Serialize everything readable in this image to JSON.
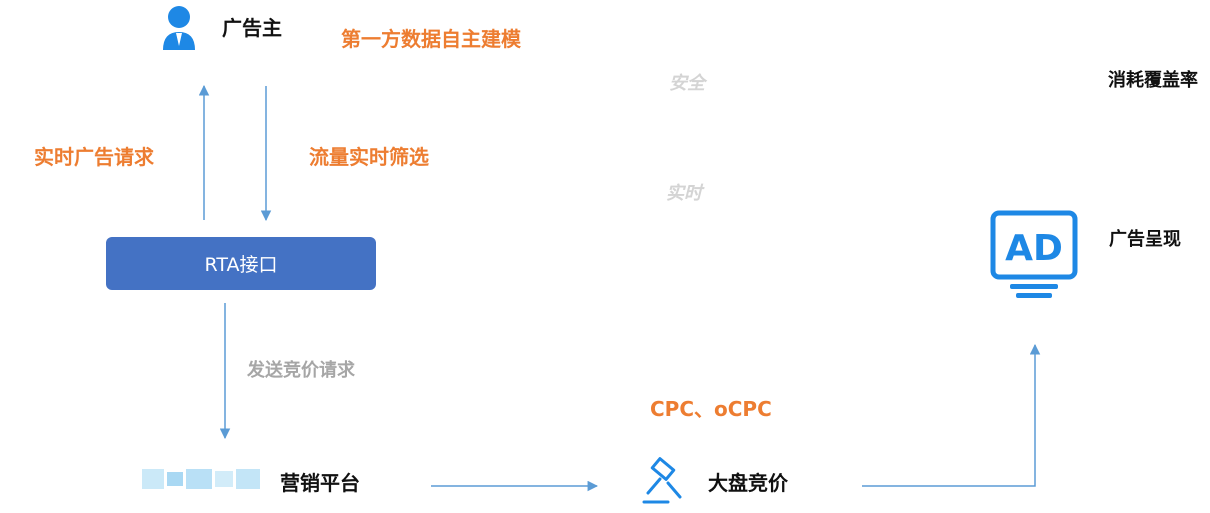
{
  "nodes": {
    "advertiser": "广告主",
    "first_party_modeling": "第一方数据自主建模",
    "realtime_ad_request": "实时广告请求",
    "traffic_realtime_filter": "流量实时筛选",
    "rta_interface": "RTA接口",
    "send_bid_request": "发送竞价请求",
    "marketing_platform": "营销平台",
    "bidding_models": "CPC、oCPC",
    "grand_bidding": "大盘竞价",
    "ad_display": "广告呈现",
    "consumption_coverage": "消耗覆盖率",
    "safe": "安全",
    "realtime": "实时"
  },
  "icons": {
    "advertiser": "user-icon",
    "ad_display": "ad-monitor-icon",
    "grand_bidding": "auction-hammer-icon",
    "marketing_platform": "blurred-logo"
  },
  "colors": {
    "accent_orange": "#ED7D31",
    "rta_box": "#4472C4",
    "arrow_blue": "#5B9BD5",
    "icon_blue": "#1E88E5",
    "muted_gray": "#A6A6A6"
  }
}
